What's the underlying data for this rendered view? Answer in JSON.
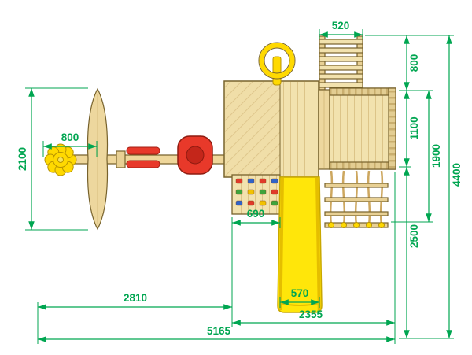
{
  "drawing_type": "playground-equipment-top-view",
  "colors": {
    "dimension": "#00A651",
    "wood_light": "#F2E2AE",
    "wood_mid": "#E8D094",
    "wood_outline": "#77622C",
    "slide_yellow": "#FFE60A",
    "accent_yellow": "#FFD900",
    "accent_red": "#E8392A"
  },
  "dimensions": {
    "ladder_width": "520",
    "ladder_span": "800",
    "platform_span": "1100",
    "tower_span": "1900",
    "lower_span": "2500",
    "overall_depth": "4400",
    "panel_length": "2100",
    "wheel_offset": "800",
    "wall_width": "690",
    "slide_width": "570",
    "swing_bay_width": "2810",
    "tower_bay_width": "2355",
    "overall_width": "5165"
  },
  "climbing_holds": [
    "#E03A2A",
    "#2F63C9",
    "#E03A2A",
    "#2F63C9",
    "#3FA33C",
    "#F2C200",
    "#3FA33C",
    "#E03A2A",
    "#2F63C9",
    "#E03A2A",
    "#F2C200",
    "#3FA33C"
  ]
}
